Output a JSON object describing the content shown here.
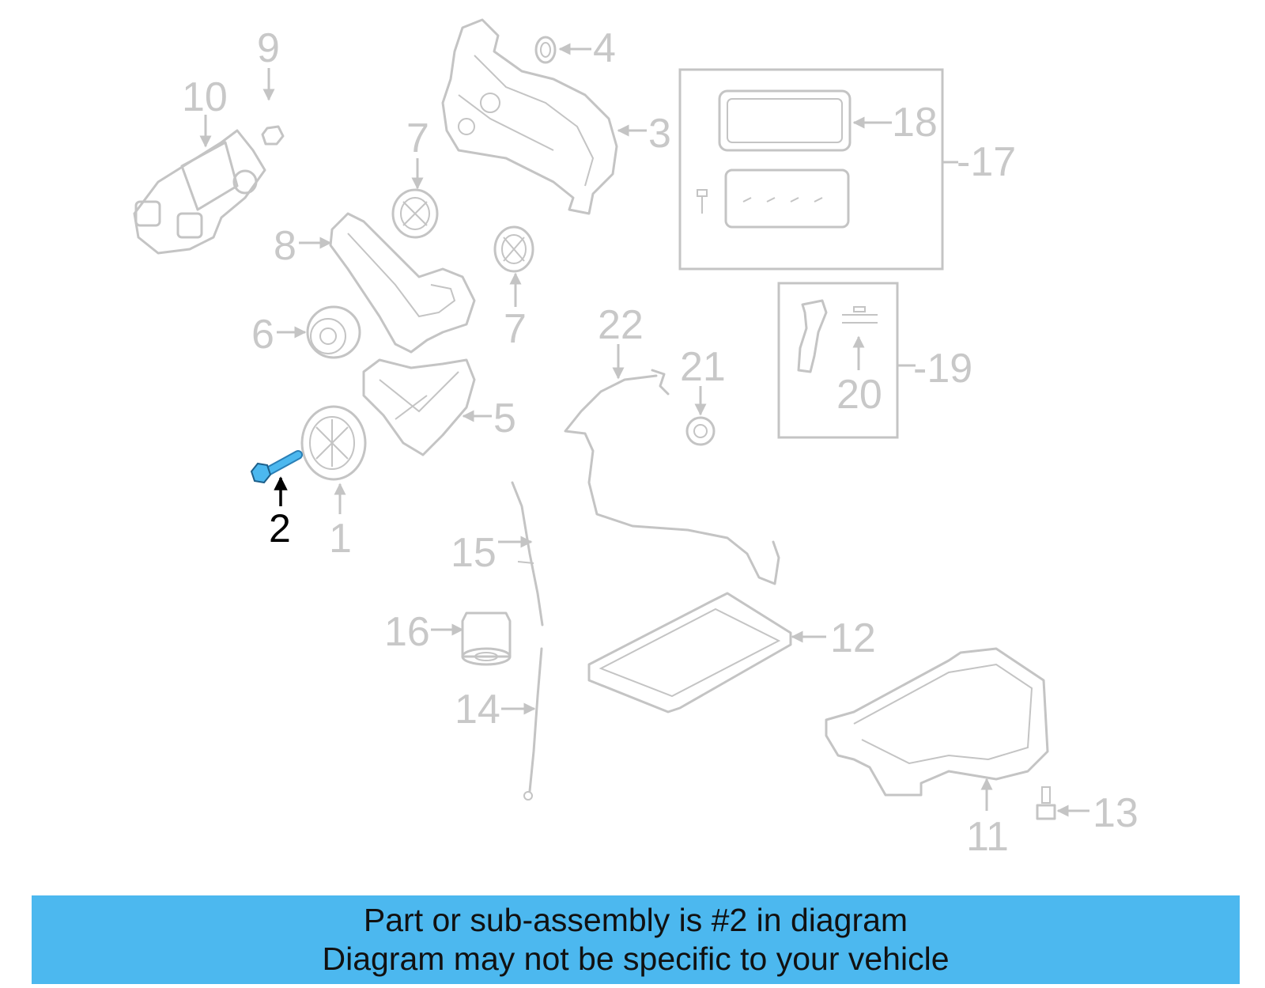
{
  "diagram": {
    "highlight_color": "#4cb8ef",
    "part_color": "#c4c4c4",
    "callouts": [
      {
        "id": "1",
        "text": "1"
      },
      {
        "id": "2",
        "text": "2",
        "highlighted": true
      },
      {
        "id": "3",
        "text": "3"
      },
      {
        "id": "4",
        "text": "4"
      },
      {
        "id": "5",
        "text": "5"
      },
      {
        "id": "6",
        "text": "6"
      },
      {
        "id": "7a",
        "text": "7"
      },
      {
        "id": "7b",
        "text": "7"
      },
      {
        "id": "8",
        "text": "8"
      },
      {
        "id": "9",
        "text": "9"
      },
      {
        "id": "10",
        "text": "10"
      },
      {
        "id": "11",
        "text": "11"
      },
      {
        "id": "12",
        "text": "12"
      },
      {
        "id": "13",
        "text": "13"
      },
      {
        "id": "14",
        "text": "14"
      },
      {
        "id": "15",
        "text": "15"
      },
      {
        "id": "16",
        "text": "16"
      },
      {
        "id": "17",
        "text": "-17"
      },
      {
        "id": "18",
        "text": "18"
      },
      {
        "id": "19",
        "text": "-19"
      },
      {
        "id": "20",
        "text": "20"
      },
      {
        "id": "21",
        "text": "21"
      },
      {
        "id": "22",
        "text": "22"
      }
    ]
  },
  "caption": {
    "line1": "Part or sub-assembly is #2 in diagram",
    "line2": "Diagram may not be specific to your vehicle",
    "background": "#4cb8ef"
  }
}
